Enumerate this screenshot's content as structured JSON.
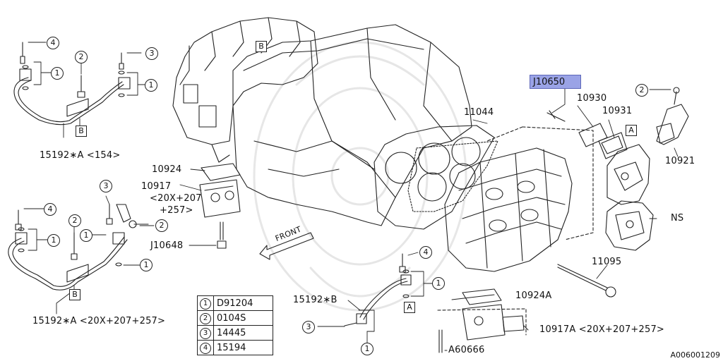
{
  "callouts": {
    "c1": "1",
    "c2": "2",
    "c3": "3",
    "c4": "4"
  },
  "view_refs": {
    "a": "A",
    "b": "B"
  },
  "direction_label": "FRONT",
  "parts": {
    "j10650": "J10650",
    "p10930": "10930",
    "p10931": "10931",
    "p11044": "11044",
    "p10921": "10921",
    "ns": "NS",
    "p10924": "10924",
    "p10917": "10917",
    "p10917_note1": "<20X+207",
    "p10917_note2": "+257>",
    "j10648": "J10648",
    "p11095": "11095",
    "p10924a": "10924A",
    "p10917a": "10917A <20X+207+257>",
    "a60666": "A60666",
    "p15192a_154": "15192∗A <154>",
    "p15192a_20x": "15192∗A <20X+207+257>",
    "p15192b": "15192∗B"
  },
  "legend": [
    {
      "num": "1",
      "part": "D91204"
    },
    {
      "num": "2",
      "part": "0104S"
    },
    {
      "num": "3",
      "part": "14445"
    },
    {
      "num": "4",
      "part": "15194"
    }
  ],
  "diagram_code": "A006001209",
  "colors": {
    "highlight": "#9aa3e6",
    "line": "#222222",
    "background": "#ffffff"
  }
}
